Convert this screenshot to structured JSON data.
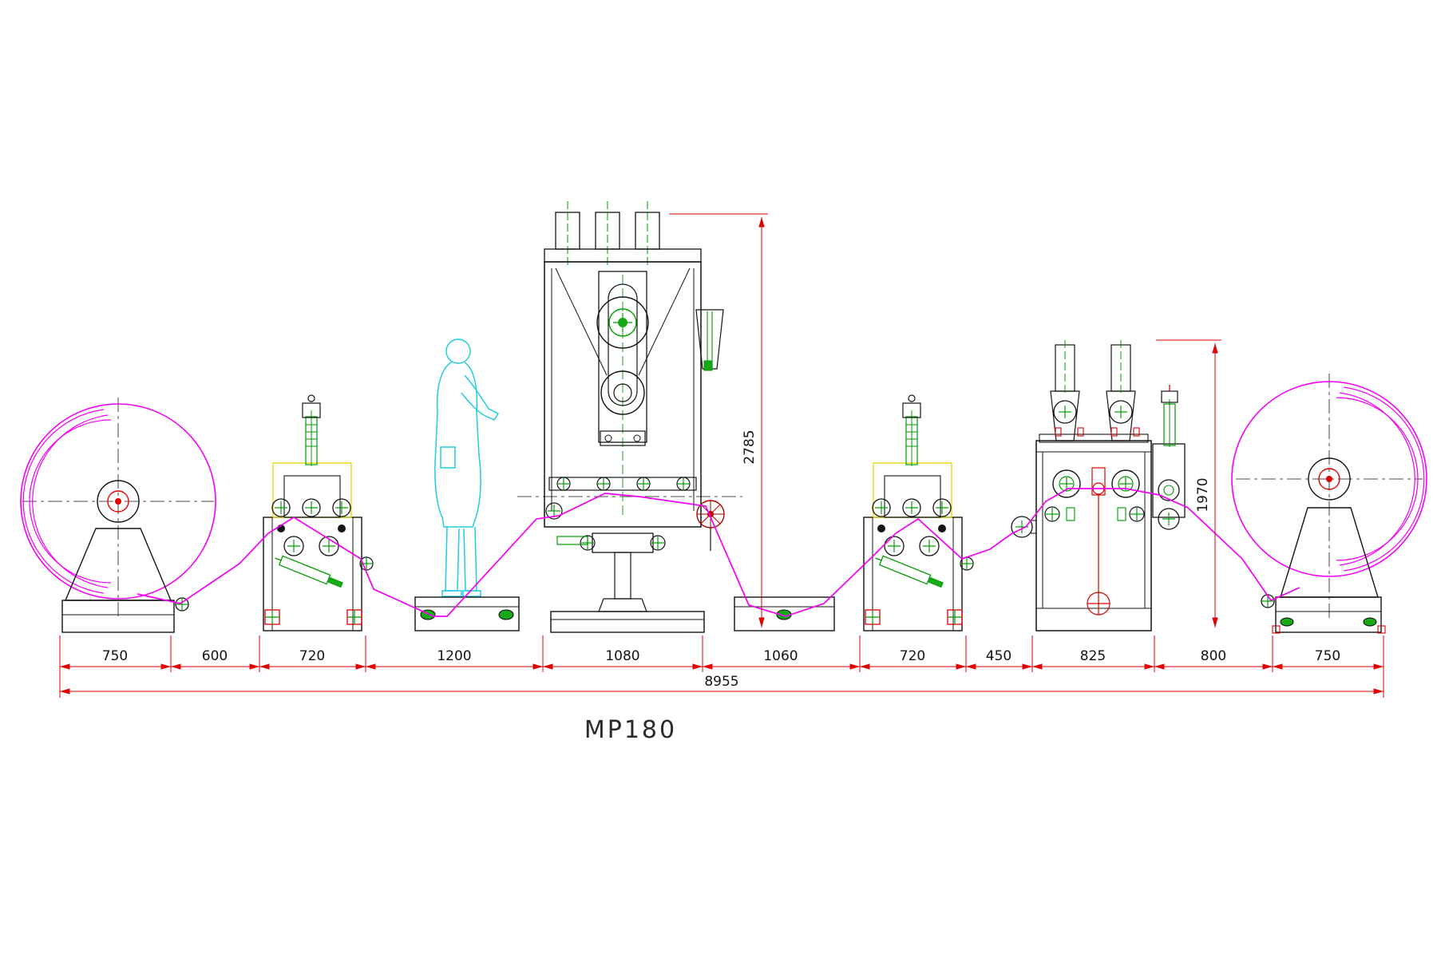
{
  "title": "MP180",
  "dimensions": {
    "chain": [
      "750",
      "600",
      "720",
      "1200",
      "1080",
      "1060",
      "720",
      "450",
      "825",
      "800",
      "750"
    ],
    "total": "8955",
    "press_height": "2785",
    "mill_height": "1970"
  },
  "colors": {
    "outline": "#141414",
    "strip_magenta": "#f400f4",
    "dimension_red": "#e00000",
    "accent_green": "#009b00",
    "accent_yellow": "#e8d400",
    "operator_cyan": "#20cde0",
    "hub_red": "#e00000"
  }
}
